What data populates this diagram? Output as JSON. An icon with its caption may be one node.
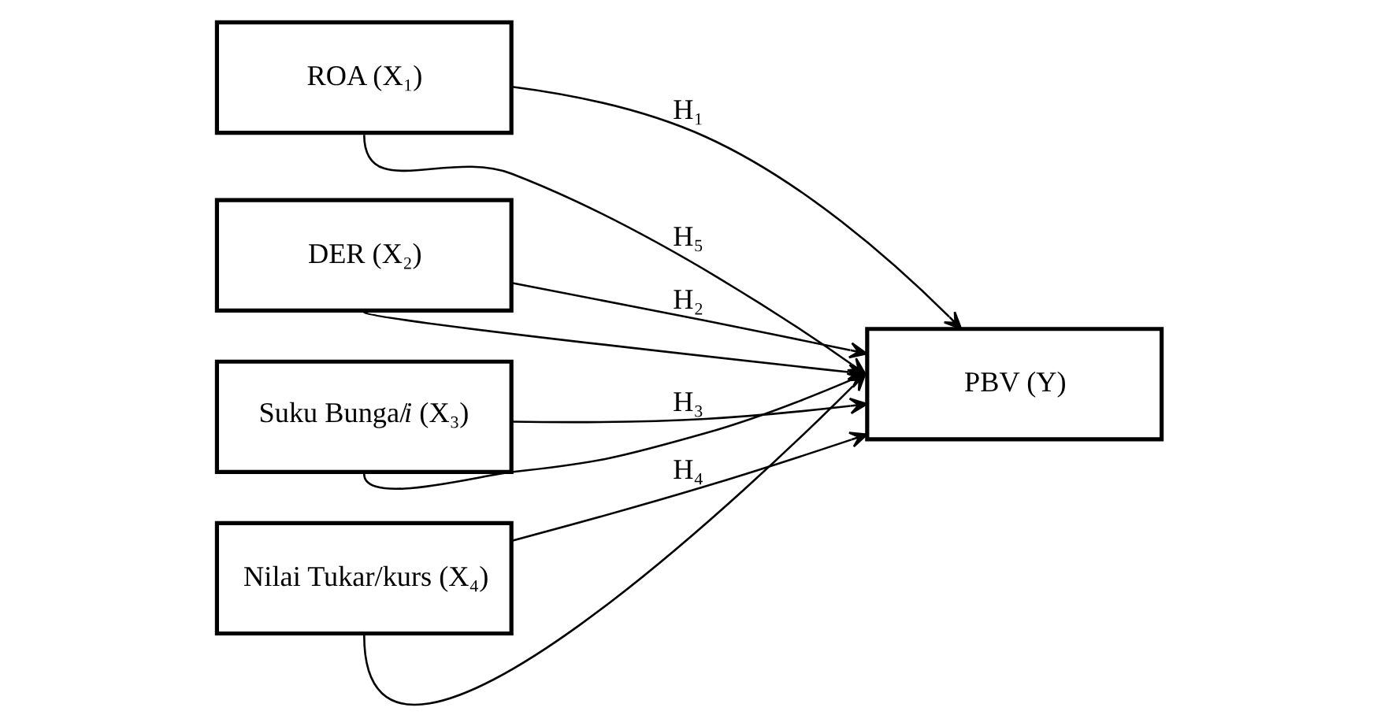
{
  "diagram": {
    "nodes": [
      {
        "text": [
          "ROA (X₁)"
        ]
      },
      {
        "text": [
          "DER (X₂)"
        ]
      },
      {
        "text": [
          "Suku Bunga/*i* (X₃)"
        ]
      },
      {
        "text": [
          "Nilai Tukar/kurs (X₄)"
        ]
      },
      {
        "text": [
          "PBV (Y)"
        ]
      }
    ],
    "edges": [
      {
        "from": 0,
        "to": 4,
        "arrow": "to",
        "label": "H₁"
      },
      {
        "from": 1,
        "to": 4,
        "arrow": "to",
        "label": "H₂"
      },
      {
        "from": 2,
        "to": 4,
        "arrow": "to",
        "label": "H₃"
      },
      {
        "from": 3,
        "to": 4,
        "arrow": "to",
        "label": "H₄"
      },
      {
        "from": 0,
        "to": 4,
        "arrow": "to",
        "label": "H₅"
      },
      {
        "from": 1,
        "to": 4,
        "arrow": "to"
      },
      {
        "from": 2,
        "to": 4,
        "arrow": "to"
      },
      {
        "from": 3,
        "to": 4,
        "arrow": "to"
      }
    ]
  }
}
